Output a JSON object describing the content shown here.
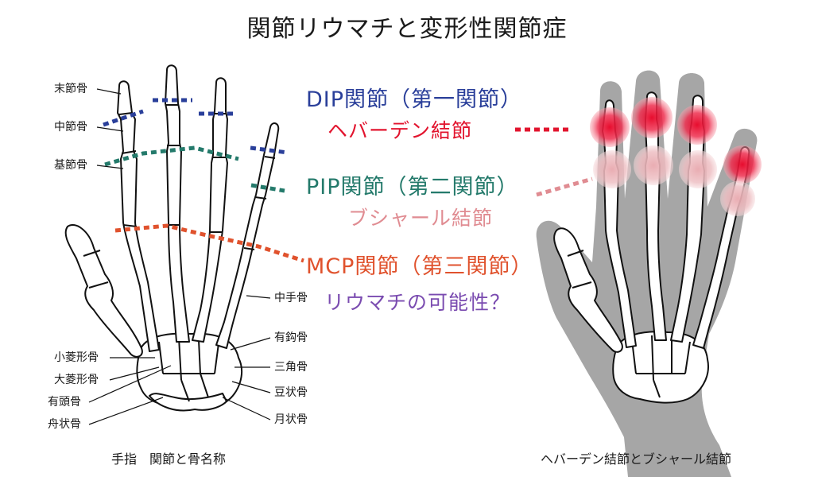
{
  "title": "関節リウマチと変形性関節症",
  "joints": {
    "dip": {
      "label": "DIP関節（第一関節）",
      "node": "ヘバーデン結節",
      "color": "#2a3f9a",
      "node_color": "#e2142e"
    },
    "pip": {
      "label": "PIP関節（第二関節）",
      "node": "ブシャール結節",
      "color": "#247a6b",
      "node_color": "#e08c92"
    },
    "mcp": {
      "label": "MCP関節（第三関節）",
      "note": "リウマチの可能性？",
      "color": "#e0522d",
      "note_color": "#7a4bb0"
    }
  },
  "bone_labels": {
    "distal_phalanx": "末節骨",
    "middle_phalanx": "中節骨",
    "proximal_phalanx": "基節骨",
    "metacarpal": "中手骨",
    "hamate": "有鈎骨",
    "triquetrum": "三角骨",
    "pisiform": "豆状骨",
    "lunate": "月状骨",
    "trapezoid": "小菱形骨",
    "trapezium": "大菱形骨",
    "capitate": "有頭骨",
    "scaphoid": "舟状骨"
  },
  "captions": {
    "left": "手指　関節と骨名称",
    "right": "ヘバーデン結節とブシャール結節"
  },
  "icons": {
    "left_figure": "hand-skeleton-icon",
    "right_figure": "hand-silhouette-with-nodes-icon"
  }
}
